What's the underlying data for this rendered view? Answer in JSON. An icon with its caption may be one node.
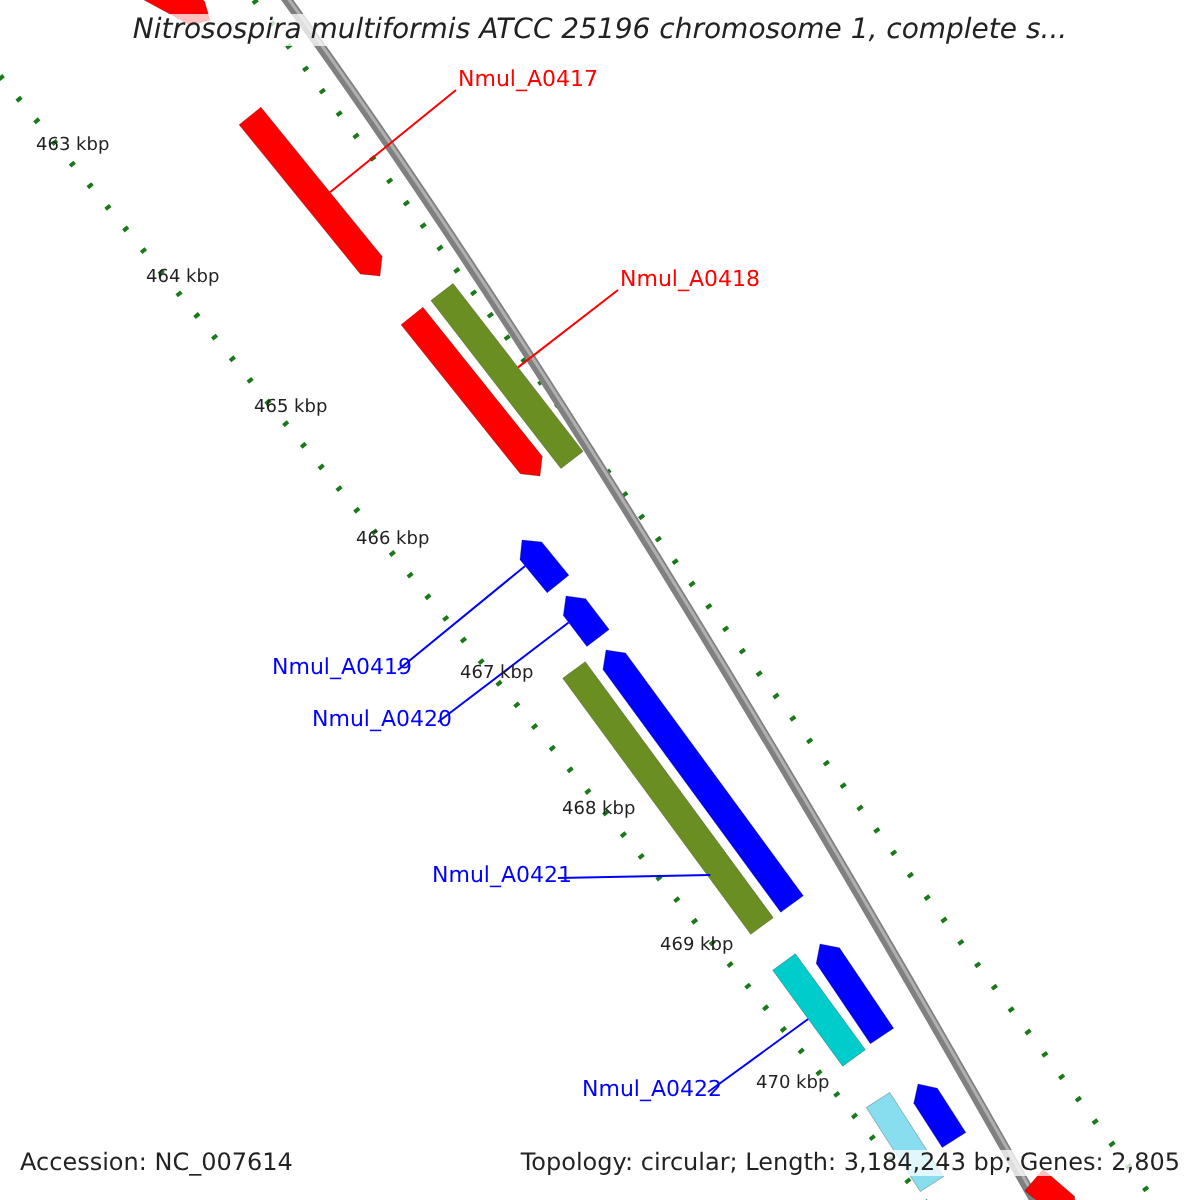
{
  "diagram": {
    "title": "Nitrosospira multiformis ATCC 25196 chromosome 1, complete s...",
    "nodes": [
      {
        "text": [
          "Nmul_A0417"
        ]
      },
      {
        "text": [
          "Nmul_A0418"
        ]
      },
      {
        "text": [
          "Nmul_A0419"
        ]
      },
      {
        "text": [
          "Nmul_A0420"
        ]
      },
      {
        "text": [
          "Nmul_A0421"
        ]
      },
      {
        "text": [
          "Nmul_A0422"
        ]
      },
      {
        "text": [],
        "shape": "bar"
      },
      {
        "text": [],
        "shape": "bar"
      },
      {
        "text": [],
        "shape": "bar"
      },
      {
        "text": [],
        "shape": "bar"
      },
      {
        "text": [],
        "shape": "bar"
      },
      {
        "text": [],
        "shape": "bar"
      },
      {
        "text": [],
        "shape": "bar"
      },
      {
        "text": [],
        "shape": "bar"
      },
      {
        "text": [],
        "shape": "bar"
      },
      {
        "text": [],
        "shape": "bar"
      },
      {
        "text": [],
        "shape": "bar"
      },
      {
        "text": [],
        "shape": "bar"
      },
      {
        "text": [],
        "shape": "bar"
      }
    ],
    "edges": [
      {
        "from": 0,
        "to": 7,
        "arrow": "none",
        "color": "#ff0000"
      },
      {
        "from": 1,
        "to": 9,
        "arrow": "none",
        "color": "#ff0000"
      },
      {
        "from": 2,
        "to": 10,
        "arrow": "none"
      },
      {
        "from": 3,
        "to": 11,
        "arrow": "none"
      },
      {
        "from": 4,
        "to": 13,
        "arrow": "none"
      },
      {
        "from": 5,
        "to": 14,
        "arrow": "none"
      }
    ],
    "labels": [
      "463 kbp",
      "464 kbp",
      "465 kbp",
      "466 kbp",
      "467 kbp",
      "468 kbp",
      "469 kbp",
      "470 kbp",
      "Accession: NC_007614",
      "Topology: circular; Length: 3,184,243 bp; Genes: 2,805"
    ]
  }
}
